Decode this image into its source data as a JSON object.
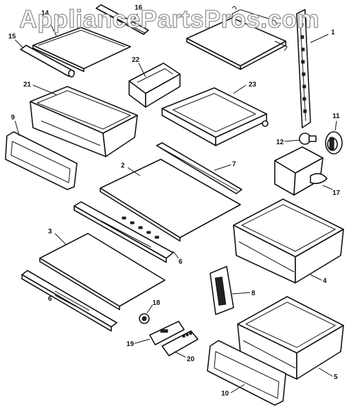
{
  "watermark": {
    "text": "AppliancePartsPros.com"
  },
  "callouts": {
    "c1": "1",
    "c2": "2",
    "c3": "3",
    "c4": "4",
    "c5": "5",
    "c6a": "6",
    "c6b": "6",
    "c7": "7",
    "c8": "8",
    "c9": "9",
    "c10": "10",
    "c11": "11",
    "c12": "12",
    "c14": "14",
    "c15": "15",
    "c16": "16",
    "c17": "17",
    "c18": "18",
    "c19": "19",
    "c20": "20",
    "c21": "21",
    "c22": "22",
    "c23": "23"
  },
  "colors": {
    "line": "#111111",
    "watermark_stroke": "#8f8f8f",
    "background": "#ffffff"
  }
}
